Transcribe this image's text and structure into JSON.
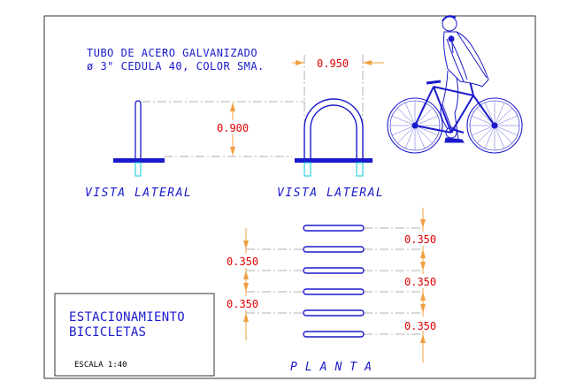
{
  "spec": {
    "line1": "TUBO DE ACERO GALVANIZADO",
    "line2": "ø 3\" CEDULA 40, COLOR SMA."
  },
  "dimensions": {
    "width": "0.950",
    "height": "0.900",
    "spacing": "0.350"
  },
  "views": {
    "side_left": "VISTA LATERAL",
    "side_right": "VISTA LATERAL",
    "plan": "PLANTA"
  },
  "title_block": {
    "title_line1": "ESTACIONAMIENTO",
    "title_line2": "BICICLETAS",
    "scale": "ESCALA  1:40"
  },
  "colors": {
    "drawing": "#1a1acc",
    "dimension_text": "#e00000",
    "dimension_arrow": "#f0a040",
    "cyan_detail": "#00c8d8"
  }
}
